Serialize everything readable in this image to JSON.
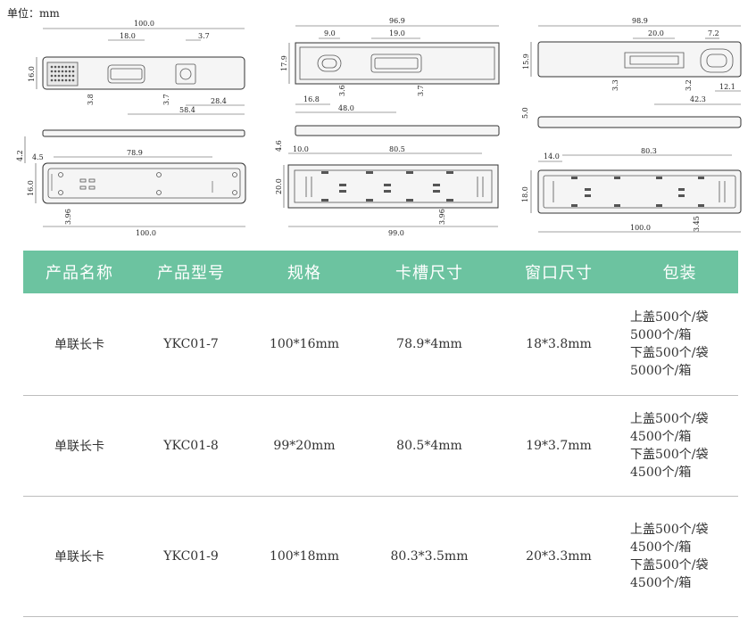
{
  "unit_label": "单位：mm",
  "drawing_labels": {
    "d1": [
      "100.0",
      "18.0",
      "3.7",
      "16.0",
      "3.8",
      "3.7",
      "28.4",
      "58.4"
    ],
    "d2": [
      "96.9",
      "9.0",
      "19.0",
      "17.9",
      "3.6",
      "16.8",
      "48.0",
      "3.7"
    ],
    "d3": [
      "98.9",
      "20.0",
      "7.2",
      "15.9",
      "3.3",
      "3.2",
      "12.1",
      "42.3"
    ],
    "d4": [
      "4.2",
      "4.5",
      "78.9",
      "16.0",
      "3.96",
      "100.0"
    ],
    "d5": [
      "4.6",
      "10.0",
      "80.5",
      "20.0",
      "99.0",
      "3.96"
    ],
    "d6": [
      "5.0",
      "14.0",
      "80.3",
      "18.0",
      "100.0",
      "3.45"
    ]
  },
  "table": {
    "headers": [
      "产品名称",
      "产品型号",
      "规格",
      "卡槽尺寸",
      "窗口尺寸",
      "包装"
    ],
    "rows": [
      {
        "name": "单联长卡",
        "model": "YKC01-7",
        "spec": "100*16mm",
        "slot": "78.9*4mm",
        "window": "18*3.8mm",
        "packing": [
          "上盖500个/袋",
          "5000个/箱",
          "下盖500个/袋",
          "5000个/箱"
        ]
      },
      {
        "name": "单联长卡",
        "model": "YKC01-8",
        "spec": "99*20mm",
        "slot": "80.5*4mm",
        "window": "19*3.7mm",
        "packing": [
          "上盖500个/袋",
          "4500个/箱",
          "下盖500个/袋",
          "4500个/箱"
        ]
      },
      {
        "name": "单联长卡",
        "model": "YKC01-9",
        "spec": "100*18mm",
        "slot": "80.3*3.5mm",
        "window": "20*3.3mm",
        "packing": [
          "上盖500个/袋",
          "4500个/箱",
          "下盖500个/袋",
          "4500个/箱"
        ]
      }
    ]
  }
}
